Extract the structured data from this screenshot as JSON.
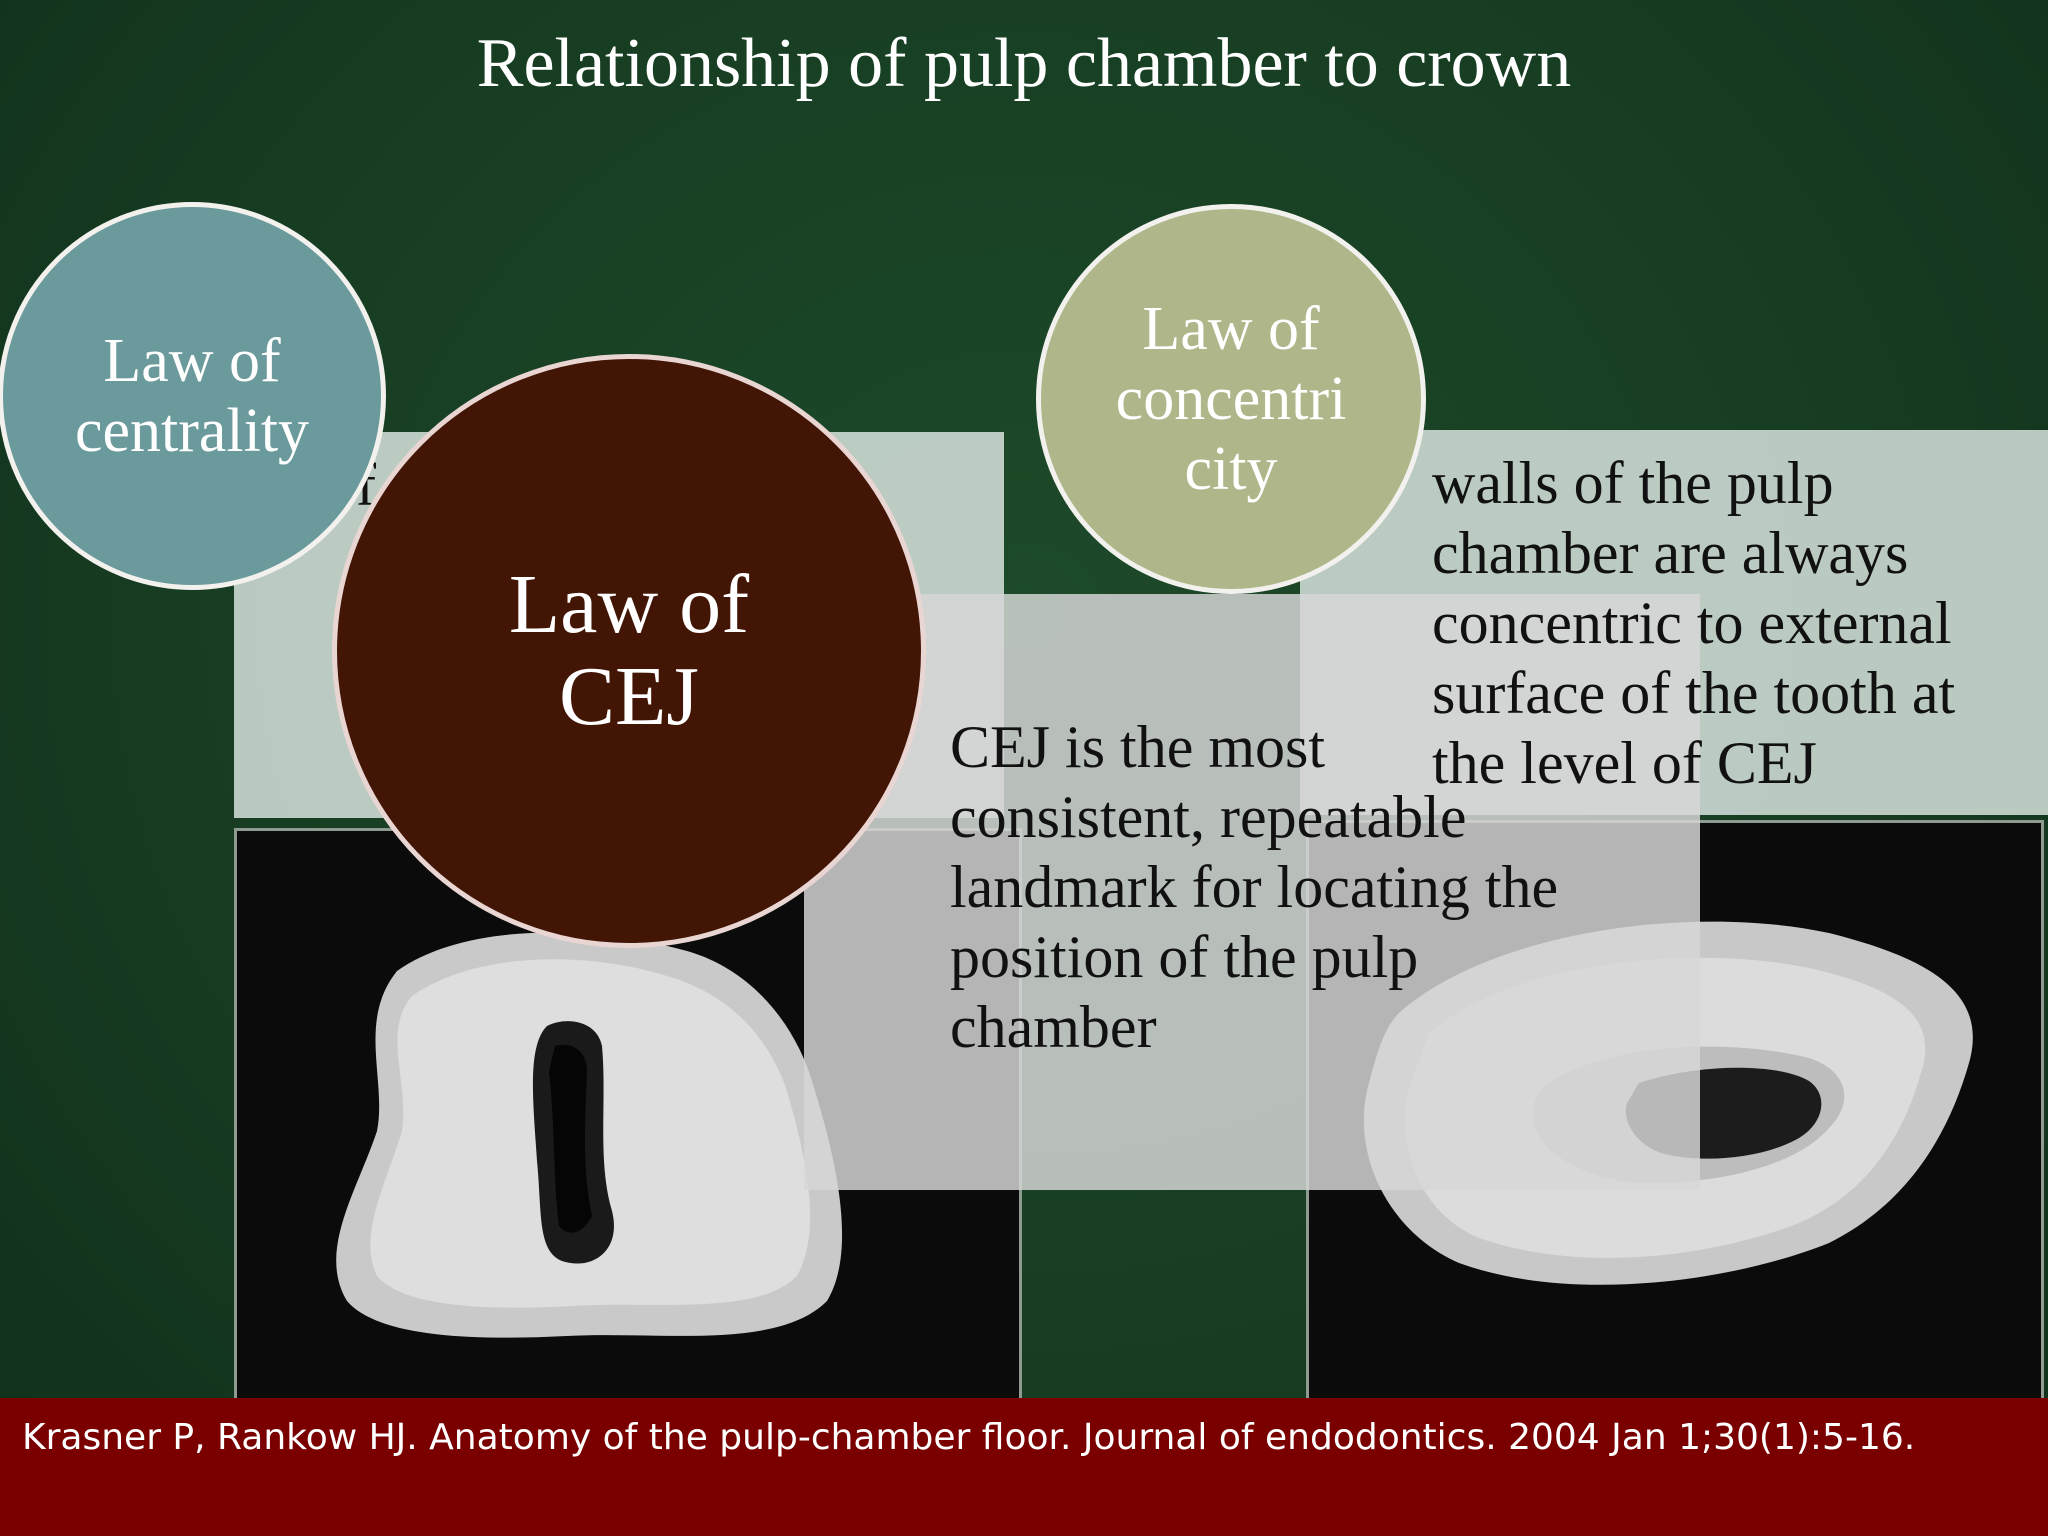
{
  "slide": {
    "title": "Relationship of pulp chamber to crown",
    "circles": {
      "centrality": "Law of\ncentrality",
      "cej": "Law of\nCEJ",
      "concentricity": "Law of\nconcentri\ncity"
    },
    "texts": {
      "cej_description": "CEJ is the most\nconsistent, repeatable\nlandmark for locating the\nposition of the pulp\nchamber",
      "concentricity_description": " walls of the pulp\nchamber are always\nconcentric to external\nsurface of the tooth at\nthe level of CEJ",
      "partial_left_panel": "f"
    },
    "footer": {
      "citation": "Krasner P, Rankow HJ. Anatomy of the pulp-chamber floor. Journal of endodontics. 2004 Jan 1;30(1):5-16."
    },
    "colors": {
      "background": "#173d22",
      "centrality_circle": "#6b9a9c",
      "cej_circle": "#431505",
      "concentricity_circle": "#afb68a",
      "footer": "#7a0000"
    },
    "images": [
      "tooth-cross-section-left",
      "tooth-cross-section-right"
    ]
  }
}
